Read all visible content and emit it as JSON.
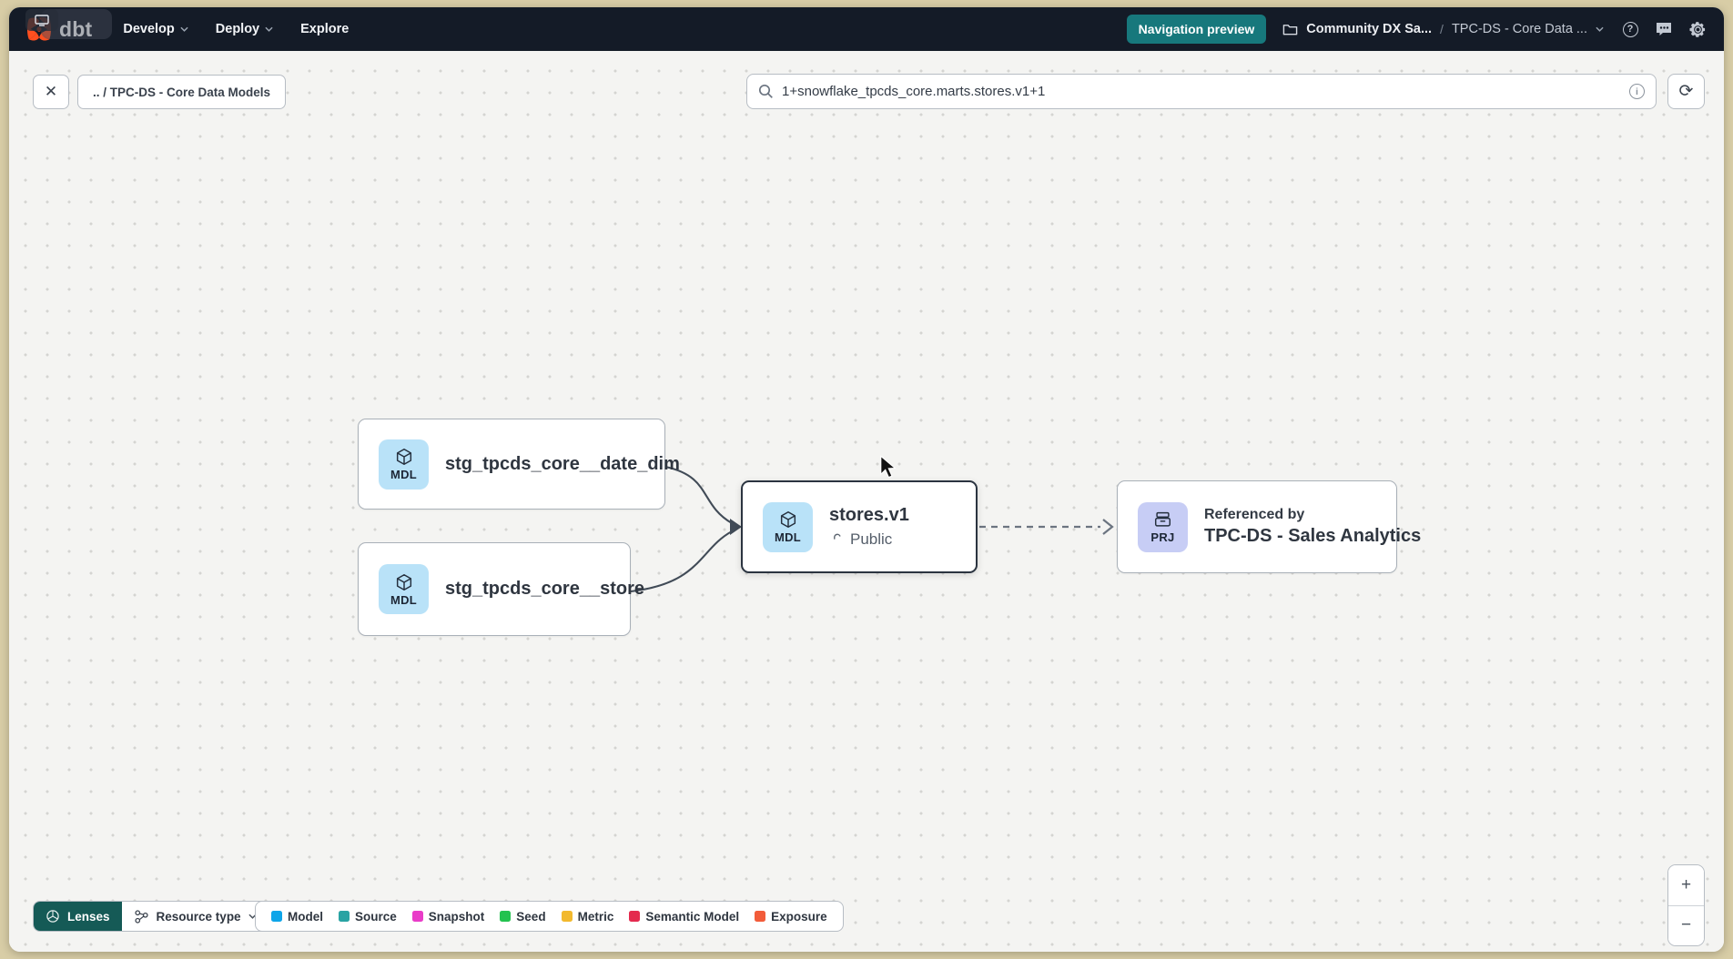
{
  "nav": {
    "logo": "dbt",
    "items": [
      {
        "label": "Develop"
      },
      {
        "label": "Deploy"
      },
      {
        "label": "Explore"
      }
    ],
    "preview_button": "Navigation preview",
    "project": "Community DX Sa...",
    "separator": "/",
    "section": "TPC-DS - Core Data ...",
    "colors": {
      "bar": "#141b27",
      "preview_button": "#17787c"
    }
  },
  "toolbar": {
    "back_chip": ".. / TPC-DS - Core Data Models",
    "search_value": "1+snowflake_tpcds_core.marts.stores.v1+1"
  },
  "graph": {
    "nodes": {
      "date_dim": {
        "badge": "MDL",
        "label": "stg_tpcds_core__date_dim"
      },
      "store": {
        "badge": "MDL",
        "label": "stg_tpcds_core__store"
      },
      "stores_v1": {
        "badge": "MDL",
        "label": "stores.v1",
        "access": "Public",
        "selected": true
      },
      "referenced": {
        "badge": "PRJ",
        "title": "Referenced by",
        "label": "TPC-DS - Sales Analytics"
      }
    },
    "colors": {
      "badge_model": "#b9e2f8",
      "badge_project": "#c7cdf5",
      "selected_border": "#2b3440"
    }
  },
  "footer": {
    "lenses": "Lenses",
    "resource_type": "Resource type",
    "legend": [
      {
        "label": "Model",
        "color": "#0ea5e9"
      },
      {
        "label": "Source",
        "color": "#29a3a3"
      },
      {
        "label": "Snapshot",
        "color": "#e93cc8"
      },
      {
        "label": "Seed",
        "color": "#23c24f"
      },
      {
        "label": "Metric",
        "color": "#f2b92e"
      },
      {
        "label": "Semantic Model",
        "color": "#e42a4e"
      },
      {
        "label": "Exposure",
        "color": "#f25c3a"
      }
    ],
    "zoom_in": "+",
    "zoom_out": "−",
    "colors": {
      "lenses_button": "#155a56"
    }
  }
}
